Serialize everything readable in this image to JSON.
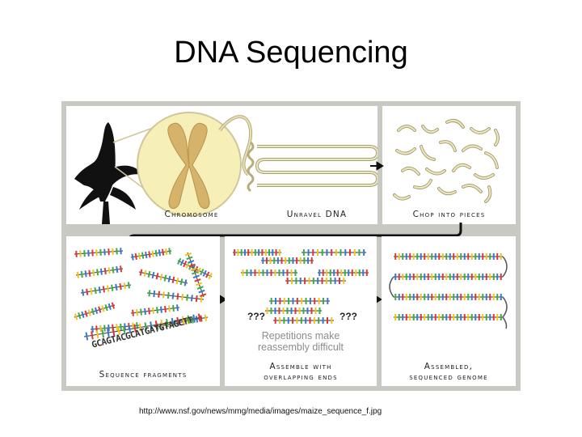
{
  "title": "DNA Sequencing",
  "source_url": "http://www.nsf.gov/news/mmg/media/images/maize_sequence_f.jpg",
  "figure": {
    "captions": {
      "chromosome": "Chromosome",
      "unravel": "Unravel DNA",
      "chop": "Chop into pieces",
      "fragments": "Sequence fragments",
      "assemble_line1": "Assemble with",
      "assemble_line2": "overlapping ends",
      "assembled_line1": "Assembled,",
      "assembled_line2": "sequenced genome"
    },
    "note_line1": "Repetitions make",
    "note_line2": "reassembly difficult",
    "unknown_left": "???",
    "unknown_right": "???",
    "sequence_text": "GCAGTACGCATGATGTAGCTT"
  },
  "colors": {
    "frame": "#c9c9c4",
    "dna_strand": "#d8d2a2",
    "chromosome_fill": "#d6b36a",
    "cell_fill": "#f6efb8",
    "base_colors": [
      "#d9363e",
      "#3a78c9",
      "#3cab4a",
      "#f0c419"
    ]
  }
}
